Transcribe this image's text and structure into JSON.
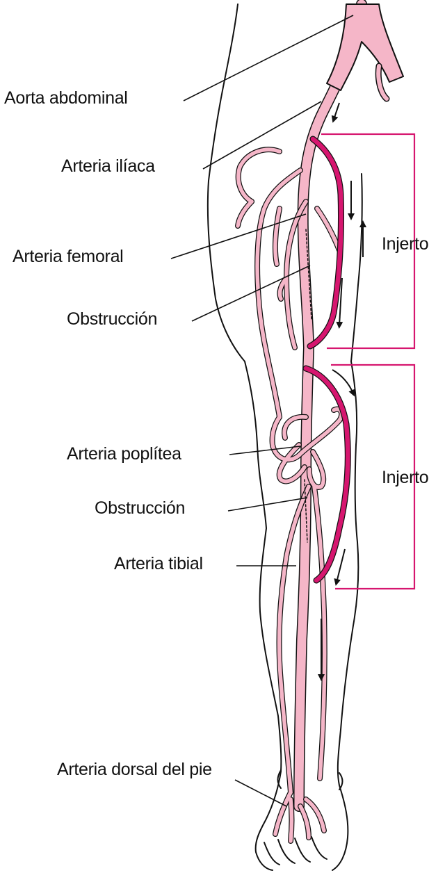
{
  "labels": {
    "aorta": "Aorta abdominal",
    "iliaca": "Arteria ilíaca",
    "femoral": "Arteria femoral",
    "obstruccion_1": "Obstrucción",
    "poplitea": "Arteria poplítea",
    "obstruccion_2": "Obstrucción",
    "tibial": "Arteria tibial",
    "dorsal": "Arteria dorsal del pie",
    "injerto_1": "Injerto",
    "injerto_2": "Injerto"
  },
  "colors": {
    "artery": "#f5b6c8",
    "graft": "#d6166f",
    "bracket": "#d6166f",
    "outline": "#111111"
  }
}
